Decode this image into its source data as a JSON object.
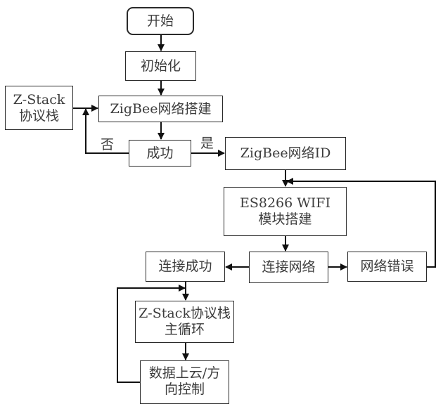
{
  "nodes": {
    "start": "开始",
    "init": "初始化",
    "zstack": "Z-Stack\n协议栈",
    "zigbee_build": "ZigBee网络搭建",
    "success": "成功",
    "zigbee_id": "ZigBee网络ID",
    "wifi_build": "ES8266 WIFI\n模块搭建",
    "connect_success": "连接成功",
    "connect_network": "连接网络",
    "network_error": "网络错误",
    "main_loop": "Z-Stack协议栈\n主循环",
    "data_cloud": "数据上云/方\n向控制"
  },
  "edge_labels": {
    "no": "否",
    "yes": "是"
  }
}
